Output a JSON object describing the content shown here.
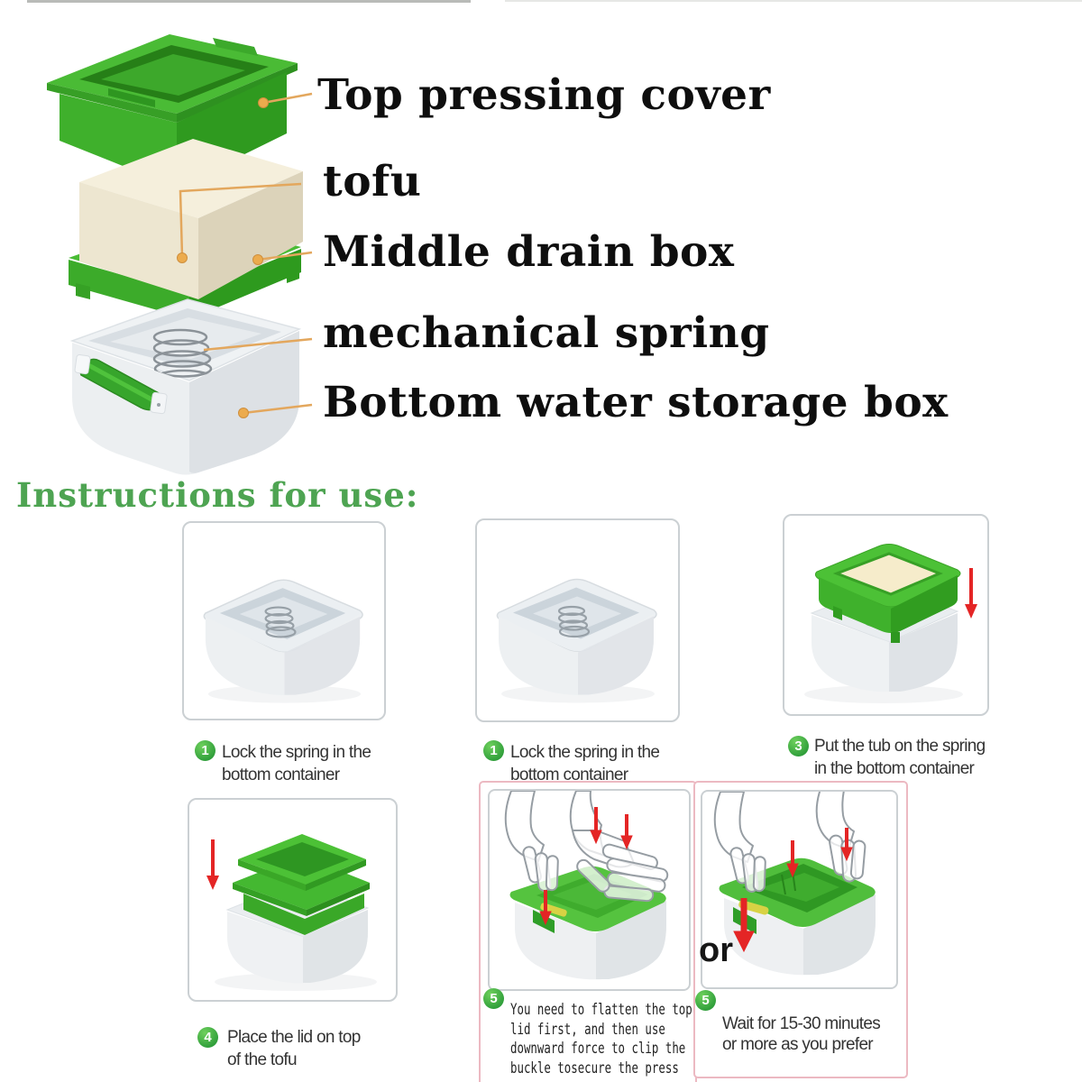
{
  "diagram": {
    "labels": [
      {
        "text": "Top pressing cover"
      },
      {
        "text": "tofu"
      },
      {
        "text": "Middle drain box"
      },
      {
        "text": "mechanical spring"
      },
      {
        "text": "Bottom water storage box"
      }
    ]
  },
  "instructions": {
    "heading": "Instructions for use:",
    "or_label": "or",
    "steps": [
      {
        "num": "1",
        "caption": "Lock the spring in the\nbottom container"
      },
      {
        "num": "1",
        "caption": "Lock the spring in the\nbottom container"
      },
      {
        "num": "3",
        "caption": "Put the tub on the spring\nin the bottom container"
      },
      {
        "num": "4",
        "caption": "Place the lid on top\nof the tofu"
      },
      {
        "num": "5",
        "caption": "You need to flatten the top\nlid first, and then use\ndownward force to clip the\nbuckle tosecure the press"
      },
      {
        "num": "5",
        "caption": "Wait for 15-30 minutes\nor more as you prefer"
      }
    ]
  },
  "colors": {
    "accent_green": "#4EA452",
    "product_green": "#46B832",
    "badge_green": "#2FA43C",
    "leader_line": "#E3A75D",
    "arrow_red": "#E42525",
    "pink_border": "#ECB9C2",
    "tofu_cream": "#F3ECD8"
  }
}
